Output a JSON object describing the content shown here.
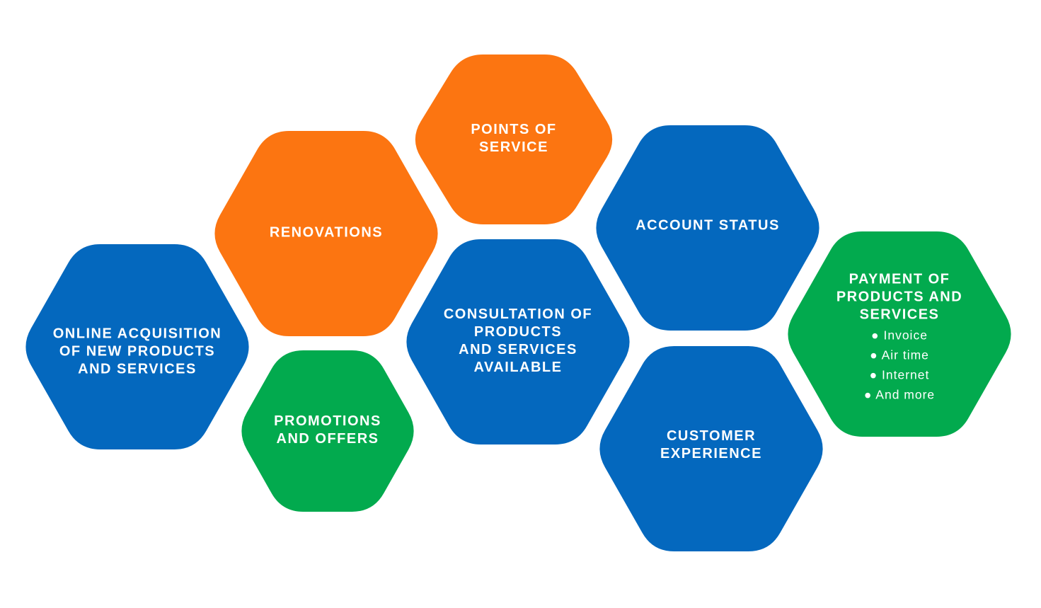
{
  "colors": {
    "blue": "#0468BE",
    "orange": "#FC7511",
    "green": "#02AA4E",
    "text": "#FFFFFF",
    "background": "#FFFFFF"
  },
  "hexagons": [
    {
      "id": "online-acquisition",
      "color": "blue",
      "lines": [
        "ONLINE ACQUISITION",
        "OF NEW PRODUCTS",
        "AND SERVICES"
      ],
      "bullets": []
    },
    {
      "id": "renovations",
      "color": "orange",
      "lines": [
        "RENOVATIONS"
      ],
      "bullets": []
    },
    {
      "id": "promotions-and-offers",
      "color": "green",
      "lines": [
        "PROMOTIONS",
        "AND OFFERS"
      ],
      "bullets": []
    },
    {
      "id": "points-of-service",
      "color": "orange",
      "lines": [
        "POINTS OF",
        "SERVICE"
      ],
      "bullets": []
    },
    {
      "id": "consultation",
      "color": "blue",
      "lines": [
        "CONSULTATION OF",
        "PRODUCTS",
        "AND SERVICES",
        "AVAILABLE"
      ],
      "bullets": []
    },
    {
      "id": "account-status",
      "color": "blue",
      "lines": [
        "ACCOUNT STATUS"
      ],
      "bullets": []
    },
    {
      "id": "customer-experience",
      "color": "blue",
      "lines": [
        "CUSTOMER",
        "EXPERIENCE"
      ],
      "bullets": []
    },
    {
      "id": "payment",
      "color": "green",
      "lines": [
        "PAYMENT OF",
        "PRODUCTS AND",
        "SERVICES"
      ],
      "bullets": [
        "Invoice",
        "Air time",
        "Internet",
        "And more"
      ]
    }
  ]
}
